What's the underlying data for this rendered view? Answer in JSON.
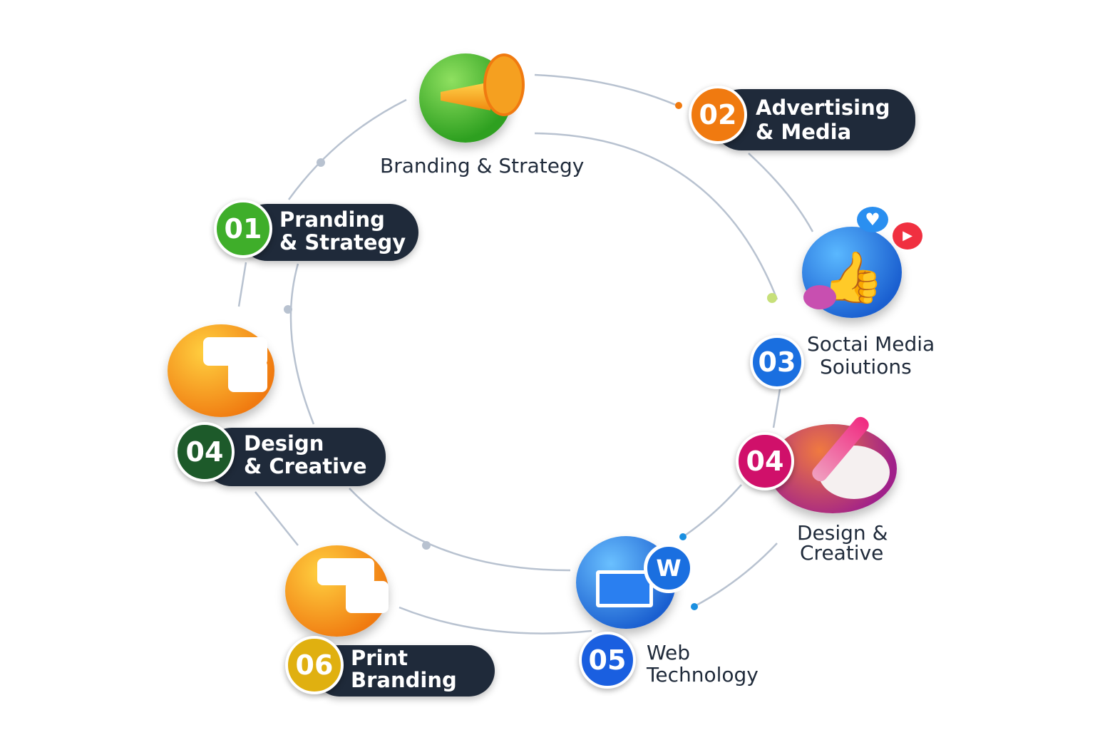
{
  "title_label": "Branding & Strategy",
  "steps": [
    {
      "num": "01",
      "line1": "Pranding",
      "line2": "& Strategy",
      "color": "#3fae2a"
    },
    {
      "num": "02",
      "line1": "Advertising",
      "line2": "& Media",
      "color": "#f07a10"
    },
    {
      "num": "03",
      "line1": "Soctai Media",
      "line2": "Soiutions",
      "color": "#1a6fe0"
    },
    {
      "num": "04",
      "line1": "Design",
      "line2": "& Creative",
      "color": "#1d5a2a"
    },
    {
      "num": "04",
      "line1": "Design &",
      "line2": "Creative",
      "color": "#d0106a"
    },
    {
      "num": "05",
      "line1": "Web",
      "line2": "Technology",
      "color": "#1a5fe0"
    },
    {
      "num": "06",
      "line1": "Print",
      "line2": "Branding",
      "color": "#e0b010"
    }
  ],
  "icons": [
    "megaphone-icon",
    "thumbs-up-icon",
    "palette-icon",
    "laptop-wordpress-icon",
    "folder-ui-icon"
  ]
}
